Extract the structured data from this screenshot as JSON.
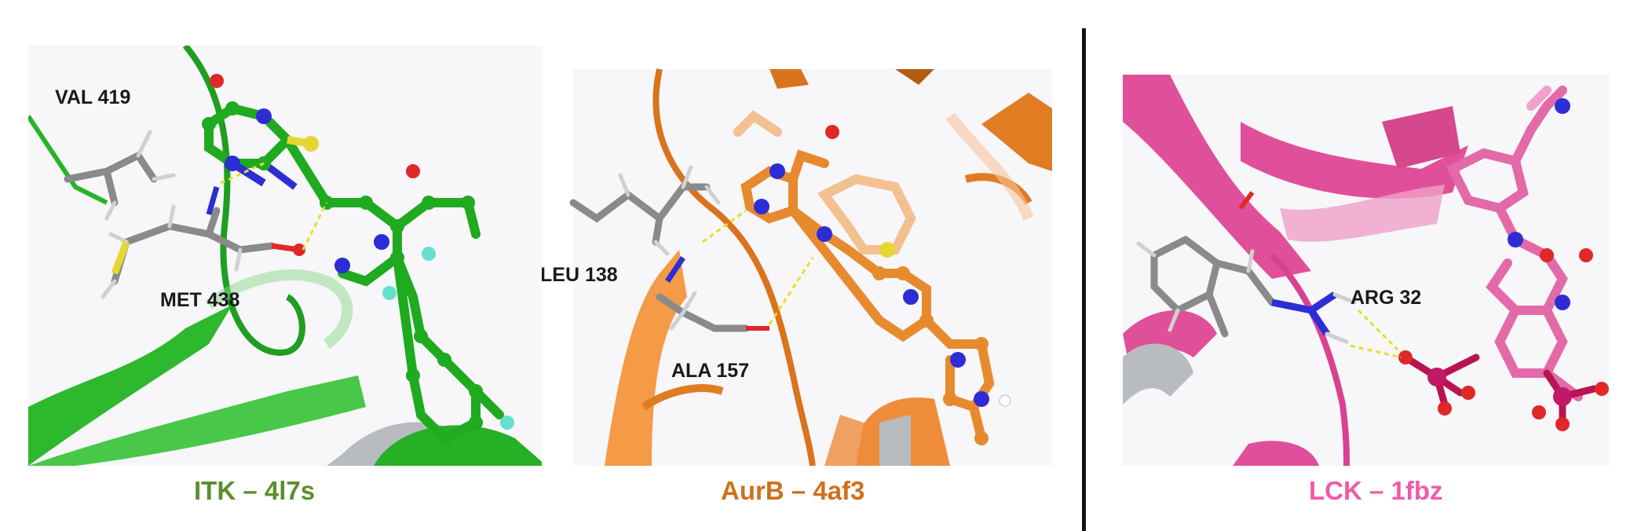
{
  "panels": [
    {
      "id": "itk",
      "caption": "ITK – 4l7s",
      "caption_color": "#5a8f2a",
      "ribbon_color": "#2eb82e",
      "residues": [
        "VAL 419",
        "MET 438"
      ]
    },
    {
      "id": "aurb",
      "caption": "AurB – 4af3",
      "caption_color": "#d0701a",
      "ribbon_color": "#f08a2a",
      "residues": [
        "LEU 138",
        "ALA 157"
      ]
    },
    {
      "id": "lck",
      "caption": "LCK – 1fbz",
      "caption_color": "#f05aa8",
      "ribbon_color": "#e0509a",
      "residues": [
        "ARG 32"
      ]
    }
  ]
}
